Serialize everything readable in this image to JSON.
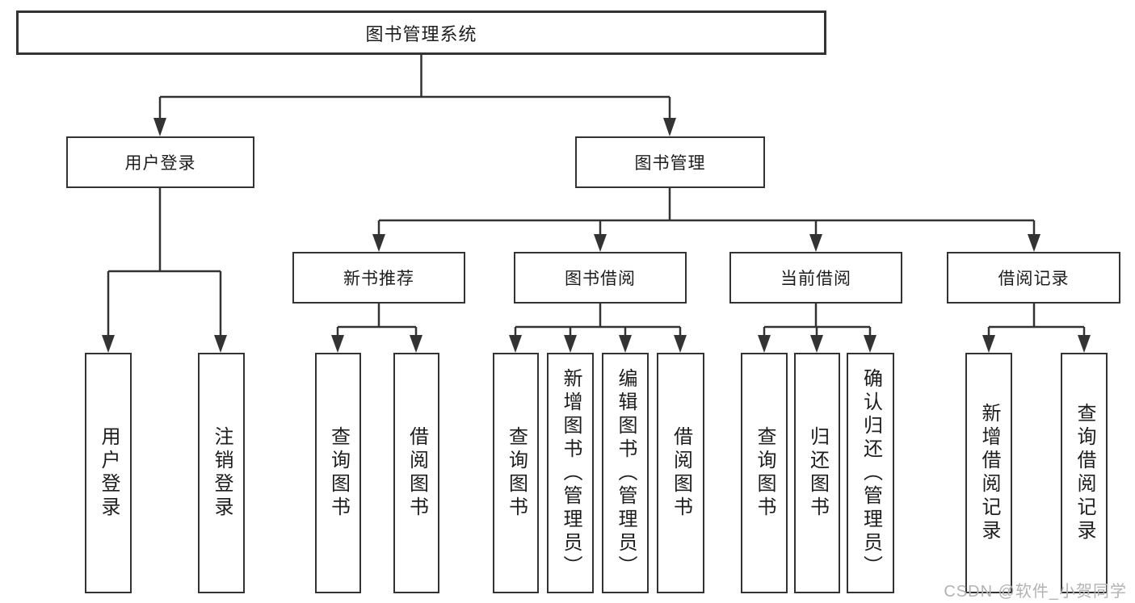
{
  "tree": {
    "root": "图书管理系统",
    "branches": [
      {
        "label": "用户登录",
        "children": [
          "用户登录",
          "注销登录"
        ]
      },
      {
        "label": "图书管理",
        "children": [
          {
            "label": "新书推荐",
            "children": [
              "查询图书",
              "借阅图书"
            ]
          },
          {
            "label": "图书借阅",
            "children": [
              "查询图书",
              "新增图书（管理员）",
              "编辑图书（管理员）",
              "借阅图书"
            ]
          },
          {
            "label": "当前借阅",
            "children": [
              "查询图书",
              "归还图书",
              "确认归还（管理员）"
            ]
          },
          {
            "label": "借阅记录",
            "children": [
              "新增借阅记录",
              "查询借阅记录"
            ]
          }
        ]
      }
    ]
  },
  "watermark": "CSDN @软件_小贺同学",
  "colors": {
    "line": "#333333",
    "text": "#1d1d1d",
    "watermark": "#b3b3b3",
    "background": "#ffffff"
  }
}
